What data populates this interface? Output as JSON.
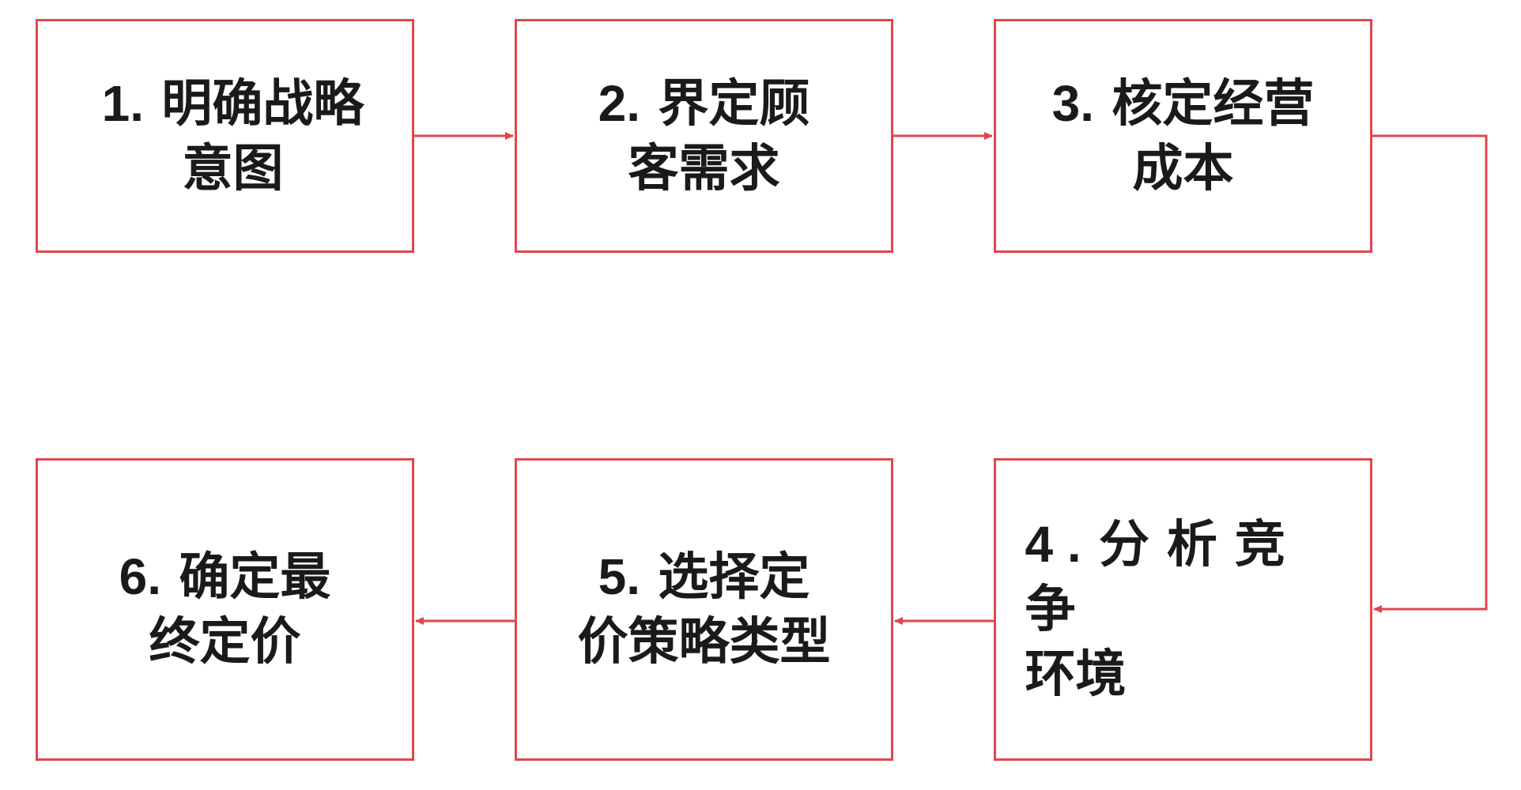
{
  "steps": [
    {
      "number": "1.",
      "line1": "明确战略",
      "line2": "意图"
    },
    {
      "number": "2.",
      "line1": "界定顾",
      "line2": "客需求"
    },
    {
      "number": "3.",
      "line1": "核定经营",
      "line2": "成本"
    },
    {
      "number": "4 .",
      "line1": "分析竞争",
      "line2": "环境"
    },
    {
      "number": "5.",
      "line1": "选择定",
      "line2": "价策略类型"
    },
    {
      "number": "6.",
      "line1": "确定最",
      "line2": "终定价"
    }
  ],
  "colors": {
    "border": "#e0474c",
    "arrow": "#e0474c",
    "text": "#1a1a1a",
    "background": "#ffffff"
  }
}
